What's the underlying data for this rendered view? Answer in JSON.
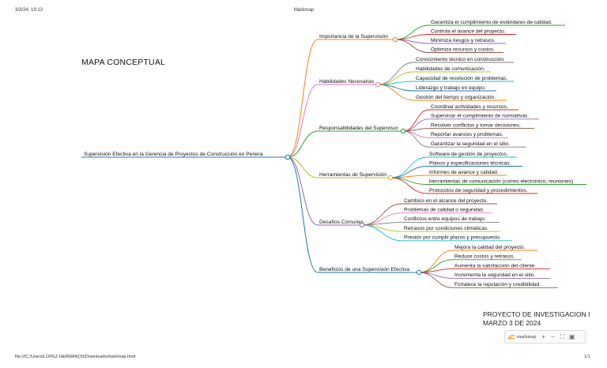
{
  "header": {
    "timestamp": "3/3/24, 19:13",
    "page_title": "Markmap"
  },
  "footer": {
    "path": "file:///C:/Users/LOPEZ HERMANOS/Downloads/markmap.html",
    "page": "1/1"
  },
  "title": "MAPA CONCEPTUAL",
  "project": {
    "line1": "PROYECTO DE INVESTIGACION I",
    "line2": "MARZO 3 DE 2024"
  },
  "toolbar": {
    "brand": "markmap",
    "zoom_in": "+",
    "zoom_out": "−",
    "fit": "⛶",
    "toggle": "▣"
  },
  "mindmap": {
    "root": "Supervisión Efectiva en la Gerencia de Proyectos de Construcción en Pereira",
    "root_color": "#1f77b4",
    "branches": [
      {
        "label": "Importancia de la Supervisión",
        "color": "#ff7f0e",
        "children": [
          {
            "label": "Garantiza el cumplimiento de estándares de calidad.",
            "color": "#2ca02c"
          },
          {
            "label": "Controla el avance del proyecto.",
            "color": "#d62728"
          },
          {
            "label": "Minimiza riesgos y retrasos.",
            "color": "#9467bd"
          },
          {
            "label": "Optimiza recursos y costos.",
            "color": "#8c564b"
          }
        ]
      },
      {
        "label": "Habilidades Necesarias",
        "color": "#e377c2",
        "children": [
          {
            "label": "Conocimiento técnico en construcción.",
            "color": "#7f7f7f"
          },
          {
            "label": "Habilidades de comunicación.",
            "color": "#bcbd22"
          },
          {
            "label": "Capacidad de resolución de problemas.",
            "color": "#17becf"
          },
          {
            "label": "Liderazgo y trabajo en equipo.",
            "color": "#1f77b4"
          },
          {
            "label": "Gestión del tiempo y organización.",
            "color": "#ff7f0e"
          }
        ]
      },
      {
        "label": "Responsabilidades del Supervisor",
        "color": "#2ca02c",
        "children": [
          {
            "label": "Coordinar actividades y recursos.",
            "color": "#d62728"
          },
          {
            "label": "Supervisar el cumplimiento de normativas.",
            "color": "#9467bd"
          },
          {
            "label": "Resolver conflictos y tomar decisiones.",
            "color": "#8c564b"
          },
          {
            "label": "Reportar avances y problemas.",
            "color": "#e377c2"
          },
          {
            "label": "Garantizar la seguridad en el sitio.",
            "color": "#7f7f7f"
          }
        ]
      },
      {
        "label": "Herramientas de Supervisión",
        "color": "#bcbd22",
        "children": [
          {
            "label": "Software de gestión de proyectos.",
            "color": "#17becf"
          },
          {
            "label": "Planos y especificaciones técnicas.",
            "color": "#1f77b4"
          },
          {
            "label": "Informes de avance y calidad.",
            "color": "#ff7f0e"
          },
          {
            "label": "Herramientas de comunicación (correo electrónico, reuniones)",
            "color": "#2ca02c"
          },
          {
            "label": "Protocolos de seguridad y procedimientos.",
            "color": "#d62728"
          }
        ]
      },
      {
        "label": "Desafíos Comunes",
        "color": "#9467bd",
        "children": [
          {
            "label": "Cambios en el alcance del proyecto.",
            "color": "#8c564b"
          },
          {
            "label": "Problemas de calidad o seguridad.",
            "color": "#e377c2"
          },
          {
            "label": "Conflictos entre equipos de trabajo.",
            "color": "#7f7f7f"
          },
          {
            "label": "Retrasos por condiciones climáticas.",
            "color": "#bcbd22"
          },
          {
            "label": "Presión por cumplir plazos y presupuesto.",
            "color": "#17becf"
          }
        ]
      },
      {
        "label": "Beneficios de una Supervisión Efectiva",
        "color": "#1f77b4",
        "children": [
          {
            "label": "Mejora la calidad del proyecto.",
            "color": "#ff7f0e"
          },
          {
            "label": "Reduce costos y retrasos.",
            "color": "#2ca02c"
          },
          {
            "label": "Aumenta la satisfacción del cliente.",
            "color": "#d62728"
          },
          {
            "label": "Incrementa la seguridad en el sitio.",
            "color": "#9467bd"
          },
          {
            "label": "Fortalece la reputación y credibilidad.",
            "color": "#8c564b"
          }
        ]
      }
    ]
  }
}
